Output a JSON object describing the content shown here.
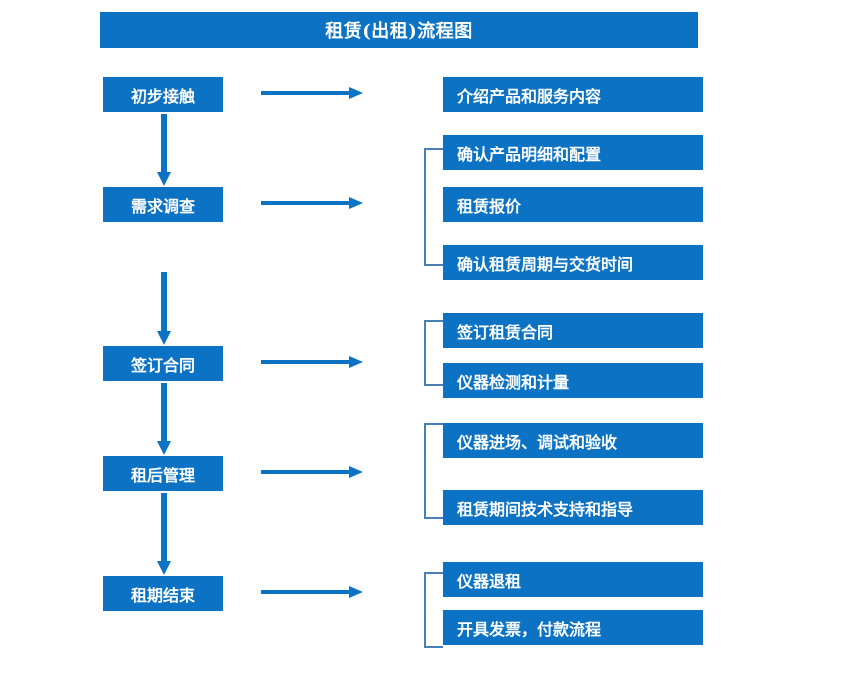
{
  "diagram": {
    "title": "租赁(出租)流程图",
    "colors": {
      "box_fill": "#0b72c4",
      "box_text": "#ffffff",
      "arrow": "#0b72c4",
      "bracket": "#4a7fb5",
      "background": "#ffffff"
    },
    "stages": [
      {
        "id": "stage-1",
        "label": "初步接触"
      },
      {
        "id": "stage-2",
        "label": "需求调查"
      },
      {
        "id": "stage-3",
        "label": "签订合同"
      },
      {
        "id": "stage-4",
        "label": "租后管理"
      },
      {
        "id": "stage-5",
        "label": "租期结束"
      }
    ],
    "tasks": [
      {
        "id": "task-1",
        "label": "介绍产品和服务内容",
        "stage": "stage-1"
      },
      {
        "id": "task-2",
        "label": "确认产品明细和配置",
        "stage": "stage-2"
      },
      {
        "id": "task-3",
        "label": "租赁报价",
        "stage": "stage-2"
      },
      {
        "id": "task-4",
        "label": "确认租赁周期与交货时间",
        "stage": "stage-2"
      },
      {
        "id": "task-5",
        "label": "签订租赁合同",
        "stage": "stage-3"
      },
      {
        "id": "task-6",
        "label": "仪器检测和计量",
        "stage": "stage-3"
      },
      {
        "id": "task-7",
        "label": "仪器进场、调试和验收",
        "stage": "stage-4"
      },
      {
        "id": "task-8",
        "label": "租赁期间技术支持和指导",
        "stage": "stage-4"
      },
      {
        "id": "task-9",
        "label": "仪器退租",
        "stage": "stage-5"
      },
      {
        "id": "task-10",
        "label": "开具发票，付款流程",
        "stage": "stage-5"
      }
    ],
    "connectors": {
      "horizontal_arrows": 5,
      "vertical_arrows": 4,
      "brackets": 4
    }
  }
}
